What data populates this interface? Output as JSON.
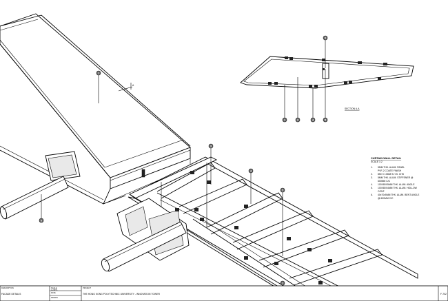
{
  "section_marker": "A",
  "section_title": "SECTION A-A",
  "section_bubbles": [
    "3",
    "1",
    "2",
    "4",
    "5"
  ],
  "callout_bubbles": [
    "1",
    "6",
    "3",
    "4",
    "5",
    "2"
  ],
  "notes": {
    "title": "CURTAIN WALL DETAIL",
    "scale": "SCALE 1:2",
    "items": [
      {
        "num": "1.",
        "text": "5MM THK. ALUM. PANEL"
      },
      {
        "num": "",
        "text": "PVF-2 COATE FINISH"
      },
      {
        "num": "2.",
        "text": "850 X 10MM S.H.S. CHS"
      },
      {
        "num": "3.",
        "text": "5MM THK. ALUM. STIFFENER @"
      },
      {
        "num": "",
        "text": "600MM C/C"
      },
      {
        "num": "4.",
        "text": "100X80X5MM THK. ALUM. ANGLE"
      },
      {
        "num": "5.",
        "text": "100X80X4MM THK. ALUM. HOLLOW"
      },
      {
        "num": "",
        "text": "CONT."
      },
      {
        "num": "6.",
        "text": "40x70x5MM THK. ALUM. BENT ANGLE"
      },
      {
        "num": "",
        "text": "@ 600MM C/C"
      }
    ]
  },
  "title_block": {
    "description_label": "DESCRIPTION",
    "description": "FACADE DETAILS",
    "scale_label": "SCALE",
    "scale_value": "1:2@A1",
    "date_label": "DATE",
    "date_value": "",
    "drawn_label": "DRAWN",
    "project_label": "PROJECT",
    "project": "THE HONG KONG POLYTECHNIC UNIVERSITY - INNOVATION TOWER",
    "drawing_no": "F-702"
  }
}
